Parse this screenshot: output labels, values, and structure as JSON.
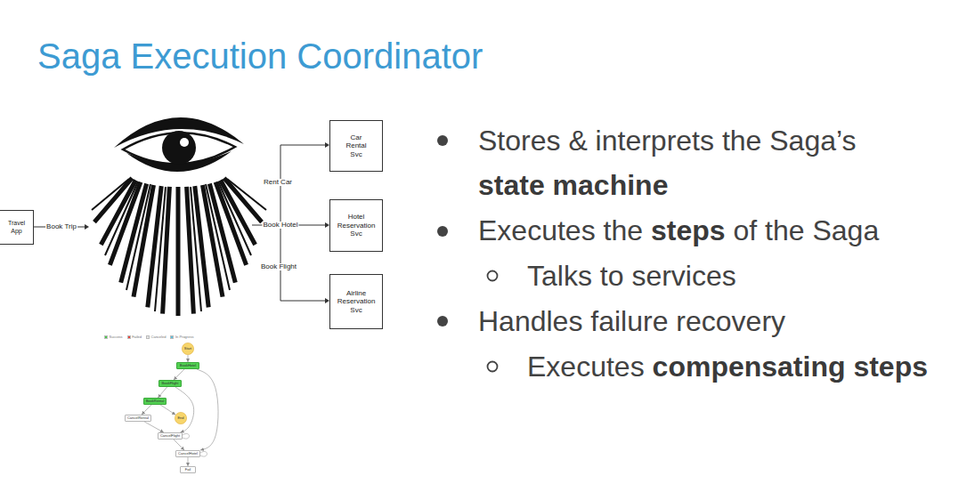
{
  "diagram": {
    "title": "Saga Execution Coordinator",
    "nodes": [
      {
        "text": [
          "Travel App"
        ]
      },
      {
        "text": [
          "Car Rental Svc"
        ]
      },
      {
        "text": [
          "Hotel Reservation Svc"
        ]
      },
      {
        "text": [
          "Airline Reservation Svc"
        ]
      },
      {
        "text": [
          "Start"
        ]
      },
      {
        "text": [
          "BookHotel"
        ]
      },
      {
        "text": [
          "BookFlight"
        ]
      },
      {
        "text": [
          "BookRental"
        ]
      },
      {
        "text": [
          "CancelRental"
        ]
      },
      {
        "text": [
          "End"
        ]
      },
      {
        "text": [
          "CancelFlight"
        ]
      },
      {
        "text": [
          "CancelHotel"
        ]
      },
      {
        "text": [
          "Fail"
        ]
      }
    ],
    "edges": [
      {
        "from": 4,
        "to": 5,
        "arrow": "to"
      },
      {
        "from": 5,
        "to": 6,
        "arrow": "to"
      },
      {
        "from": 6,
        "to": 7,
        "arrow": "to"
      },
      {
        "from": 7,
        "to": 9,
        "arrow": "to"
      },
      {
        "from": 7,
        "to": 8,
        "arrow": "to"
      },
      {
        "from": 8,
        "to": 10,
        "arrow": "to"
      },
      {
        "from": 6,
        "to": 10,
        "arrow": "to"
      },
      {
        "from": 10,
        "to": 11,
        "arrow": "to"
      },
      {
        "from": 5,
        "to": 11,
        "arrow": "to"
      },
      {
        "from": 11,
        "to": 12,
        "arrow": "to"
      }
    ],
    "labels": [
      "Book Trip",
      "Rent Car",
      "Book Hotel",
      "Book Flight",
      "Stores & interprets the Saga’s",
      "state machine",
      "Executes the",
      "steps",
      "of the Saga",
      "Talks to services",
      "Handles failure recovery",
      "Executes",
      "compensating steps"
    ],
    "legend": [
      {
        "text": "Success",
        "color": "#4cc94c"
      },
      {
        "text": "Failed",
        "color": "#e8453c"
      },
      {
        "text": "Canceled",
        "color": "#e6e6e6"
      },
      {
        "text": "In Progress",
        "color": "#5bc0de"
      }
    ]
  }
}
